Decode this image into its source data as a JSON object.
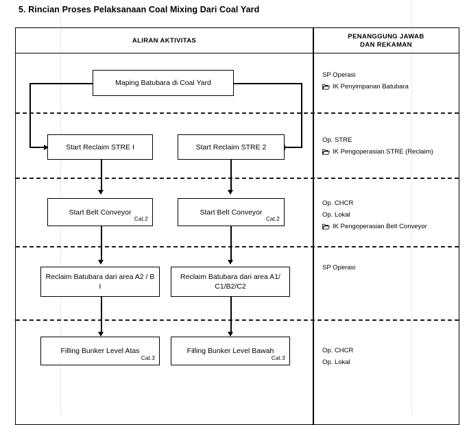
{
  "document": {
    "title": "5. Rincian Proses Pelaksanaan Coal Mixing Dari Coal Yard"
  },
  "table": {
    "headers": {
      "left": "ALIRAN AKTIVITAS",
      "right_line1": "PENANGGUNG JAWAB",
      "right_line2": "DAN REKAMAN"
    }
  },
  "flowchart": {
    "nodes": [
      {
        "id": "maping",
        "label": "Maping Batubara di Coal Yard",
        "cat": ""
      },
      {
        "id": "stre1",
        "label": "Start Reclaim STRE I",
        "cat": ""
      },
      {
        "id": "stre2",
        "label": "Start Reclaim STRE 2",
        "cat": ""
      },
      {
        "id": "belt-left",
        "label": "Start Belt Conveyor",
        "cat": "Cat.2"
      },
      {
        "id": "belt-right",
        "label": "Start Belt Conveyor",
        "cat": "Cat.2"
      },
      {
        "id": "reclaim-left",
        "label": "Reclaim Batubara dari area A2 / B I",
        "cat": ""
      },
      {
        "id": "reclaim-right",
        "label": "Reclaim Batubara dari area A1/ C1/B2/C2",
        "cat": ""
      },
      {
        "id": "bunker-left",
        "label": "Filling Bunker Level Atas",
        "cat": "Cat.3"
      },
      {
        "id": "bunker-right",
        "label": "Filling Bunker Level Bawah",
        "cat": "Cat.3"
      }
    ]
  },
  "responsibility": {
    "lanes": [
      {
        "id": "lane-1",
        "lines": [
          {
            "text": "SP Operasi",
            "icon": ""
          },
          {
            "text": "IK Penyimpanan Batubara",
            "icon": "folder-icon"
          }
        ]
      },
      {
        "id": "lane-2",
        "lines": [
          {
            "text": "Op. STRE",
            "icon": ""
          },
          {
            "text": "IK Pengoperasian STRE (Reclaim)",
            "icon": "folder-icon"
          }
        ]
      },
      {
        "id": "lane-3",
        "lines": [
          {
            "text": "Op. CHCR",
            "icon": ""
          },
          {
            "text": "Op. Lokal",
            "icon": ""
          },
          {
            "text": "IK Pengoperasian Belt Conveyor",
            "icon": "folder-icon"
          }
        ]
      },
      {
        "id": "lane-4",
        "lines": [
          {
            "text": "SP Operasi",
            "icon": ""
          }
        ]
      },
      {
        "id": "lane-5",
        "lines": [
          {
            "text": "Op. CHCR",
            "icon": ""
          },
          {
            "text": "Op. Lokal",
            "icon": ""
          }
        ]
      }
    ]
  },
  "colors": {
    "line": "#000000",
    "text": "#111111",
    "background": "#ffffff",
    "guide": "#eceaea"
  }
}
